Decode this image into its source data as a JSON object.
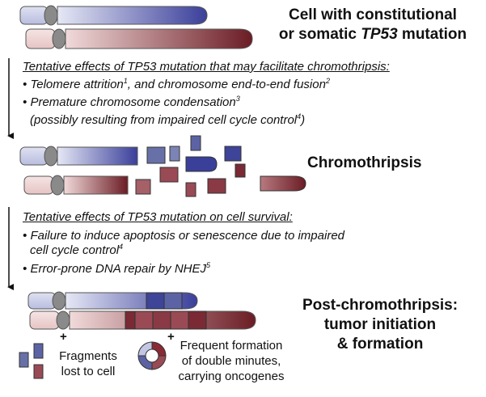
{
  "colors": {
    "blue_dark": "#3a3f9a",
    "blue_light": "#e6e8f5",
    "red_dark": "#6b1c24",
    "red_light": "#f1dada",
    "centromere": "#8a8a8a",
    "fragment_blue": "#6870a8",
    "fragment_red": "#9a4a54"
  },
  "titles": {
    "top_line1": "Cell with constitutional",
    "top_line2_pre": "or somatic ",
    "top_line2_gene": "TP53",
    "top_line2_post": " mutation",
    "middle": "Chromothripsis",
    "bottom_line1": "Post-chromothripsis:",
    "bottom_line2": "tumor initiation",
    "bottom_line3": "& formation"
  },
  "section1": {
    "heading": "Tentative effects of TP53 mutation that may facilitate chromothripsis:",
    "bullet1_a": "Telomere attrition",
    "bullet1_sup1": "1",
    "bullet1_b": ", and chromosome end-to-end fusion",
    "bullet1_sup2": "2",
    "bullet2": "Premature chromosome condensation",
    "bullet2_sup": "3",
    "bullet2_cont": "(possibly resulting from impaired cell cycle control",
    "bullet2_cont_sup": "4",
    "bullet2_cont_close": ")"
  },
  "section2": {
    "heading": "Tentative effects of TP53 mutation on cell survival:",
    "bullet1": "Failure to induce apoptosis or senescence due to impaired",
    "bullet1_cont": "cell cycle control",
    "bullet1_cont_sup": "4",
    "bullet2": "Error-prone DNA repair by NHEJ",
    "bullet2_sup": "5"
  },
  "bullet_char": "•",
  "plus": "+",
  "captions": {
    "fragments_line1": "Fragments",
    "fragments_line2": "lost to cell",
    "dm_line1": "Frequent formation",
    "dm_line2": "of double minutes,",
    "dm_line3": "carrying oncogenes"
  }
}
